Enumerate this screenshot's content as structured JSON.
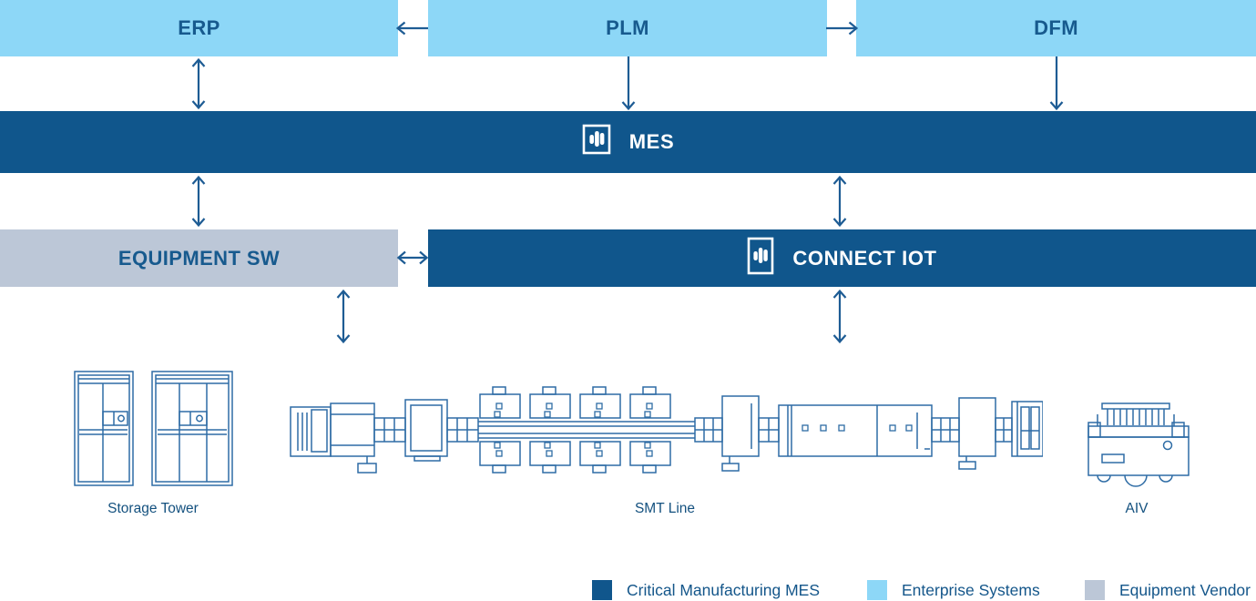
{
  "colors": {
    "mes_dark": "#10568C",
    "enterprise_light": "#8DD7F7",
    "vendor_gray": "#BCC7D7",
    "arrow_blue": "#1E5C94",
    "drawing_stroke": "#2E6CA5",
    "label_blue": "#175A8E"
  },
  "boxes": {
    "erp": {
      "label": "ERP"
    },
    "plm": {
      "label": "PLM"
    },
    "dfm": {
      "label": "DFM"
    },
    "mes": {
      "label": "MES",
      "icon": "cmf-bars-logo"
    },
    "equipment_sw": {
      "label": "EQUIPMENT SW"
    },
    "connect_iot": {
      "label": "CONNECT IOT",
      "icon": "cmf-bars-logo"
    }
  },
  "connections": [
    {
      "from": "PLM",
      "to": "ERP",
      "type": "one-way"
    },
    {
      "from": "PLM",
      "to": "DFM",
      "type": "one-way"
    },
    {
      "from": "ERP",
      "to": "MES",
      "type": "two-way"
    },
    {
      "from": "PLM",
      "to": "MES",
      "type": "one-way"
    },
    {
      "from": "DFM",
      "to": "MES",
      "type": "one-way"
    },
    {
      "from": "MES",
      "to": "EQUIPMENT SW",
      "type": "two-way"
    },
    {
      "from": "MES",
      "to": "CONNECT IOT",
      "type": "two-way"
    },
    {
      "from": "EQUIPMENT SW",
      "to": "CONNECT IOT",
      "type": "two-way"
    },
    {
      "from": "EQUIPMENT SW",
      "to": "shop-floor equipment",
      "type": "two-way"
    },
    {
      "from": "CONNECT IOT",
      "to": "shop-floor equipment",
      "type": "two-way"
    }
  ],
  "equipment": {
    "storage_tower": {
      "label": "Storage Tower"
    },
    "smt_line": {
      "label": "SMT Line"
    },
    "aiv": {
      "label": "AIV"
    }
  },
  "legend": {
    "items": [
      {
        "label": "Critical Manufacturing MES",
        "color": "#10568C"
      },
      {
        "label": "Enterprise Systems",
        "color": "#8DD7F7"
      },
      {
        "label": "Equipment Vendor",
        "color": "#BCC7D7"
      }
    ]
  }
}
